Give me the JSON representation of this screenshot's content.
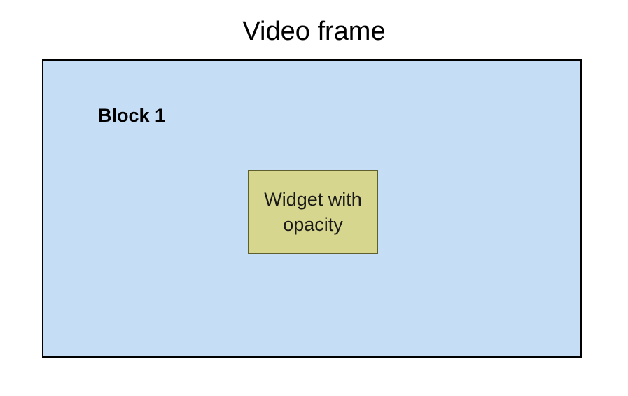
{
  "diagram": {
    "title": "Video frame",
    "block_label": "Block 1",
    "widget_label": "Widget with opacity",
    "colors": {
      "frame_fill": "#c5ddf5",
      "frame_border": "#000000",
      "widget_fill": "#d6d68e",
      "widget_border": "#5f5f2e"
    }
  }
}
